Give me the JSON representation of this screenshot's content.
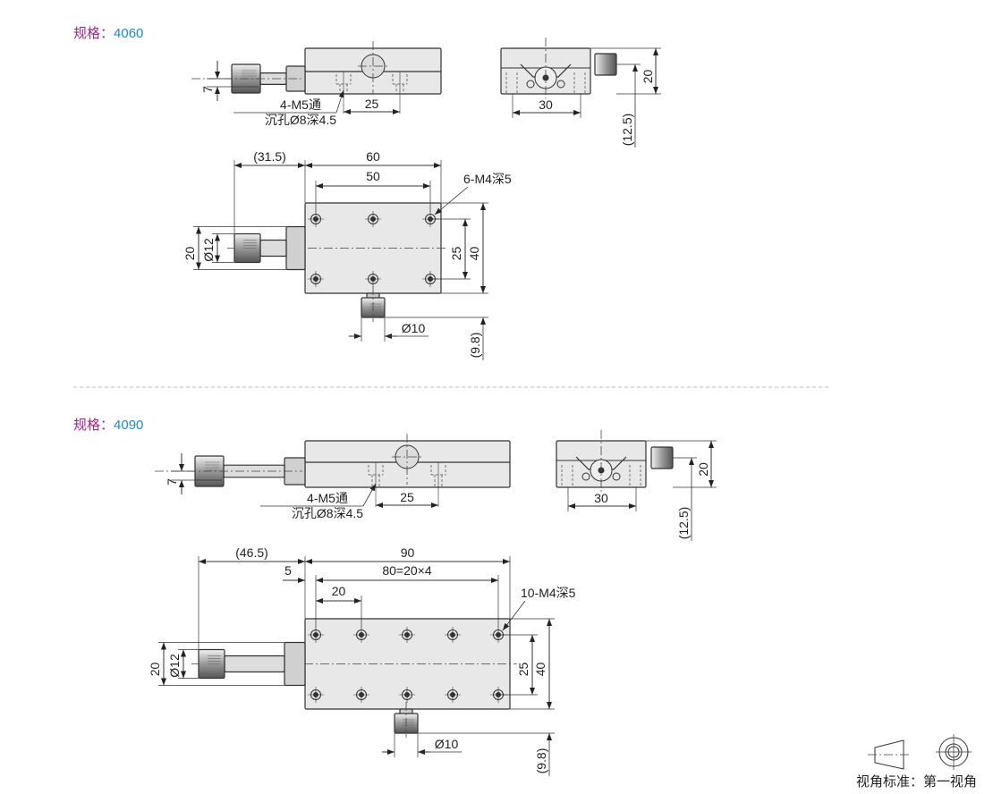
{
  "sections": [
    {
      "spec_label": "规格：",
      "spec_value": "4060",
      "side_view": {
        "dim_knob_height": "7",
        "hole_note_1": "4-M5通",
        "hole_note_2": "沉孔Ø8深4.5",
        "dim_hole_pitch": "25"
      },
      "end_view": {
        "dim_height": "20",
        "dim_width": "30",
        "dim_offset": "(12.5)"
      },
      "top_view": {
        "dim_knob_reach": "(31.5)",
        "dim_length": "60",
        "dim_hole_span": "50",
        "hole_note": "6-M4深5",
        "dim_hole_pitch_v": "25",
        "dim_width": "40",
        "dim_bottom_knob": "(9.8)",
        "dim_knob_width": "20",
        "dim_knob_dia": "Ø12",
        "dim_bottom_knob_dia": "Ø10"
      }
    },
    {
      "spec_label": "规格：",
      "spec_value": "4090",
      "side_view": {
        "dim_knob_height": "7",
        "hole_note_1": "4-M5通",
        "hole_note_2": "沉孔Ø8深4.5",
        "dim_hole_pitch": "25"
      },
      "end_view": {
        "dim_height": "20",
        "dim_width": "30",
        "dim_offset": "(12.5)"
      },
      "top_view": {
        "dim_knob_reach": "(46.5)",
        "dim_length": "90",
        "dim_edge_offset": "5",
        "dim_hole_span": "80=20×4",
        "dim_hole_step": "20",
        "hole_note": "10-M4深5",
        "dim_hole_pitch_v": "25",
        "dim_width": "40",
        "dim_bottom_knob": "(9.8)",
        "dim_knob_width": "20",
        "dim_knob_dia": "Ø12",
        "dim_bottom_knob_dia": "Ø10"
      }
    }
  ],
  "projection": {
    "label": "视角标准：第一视角"
  },
  "colors": {
    "spec_label": "#a0288c",
    "spec_value": "#1a8ad4",
    "line": "#333333",
    "body_fill": "#e8e8e8"
  }
}
